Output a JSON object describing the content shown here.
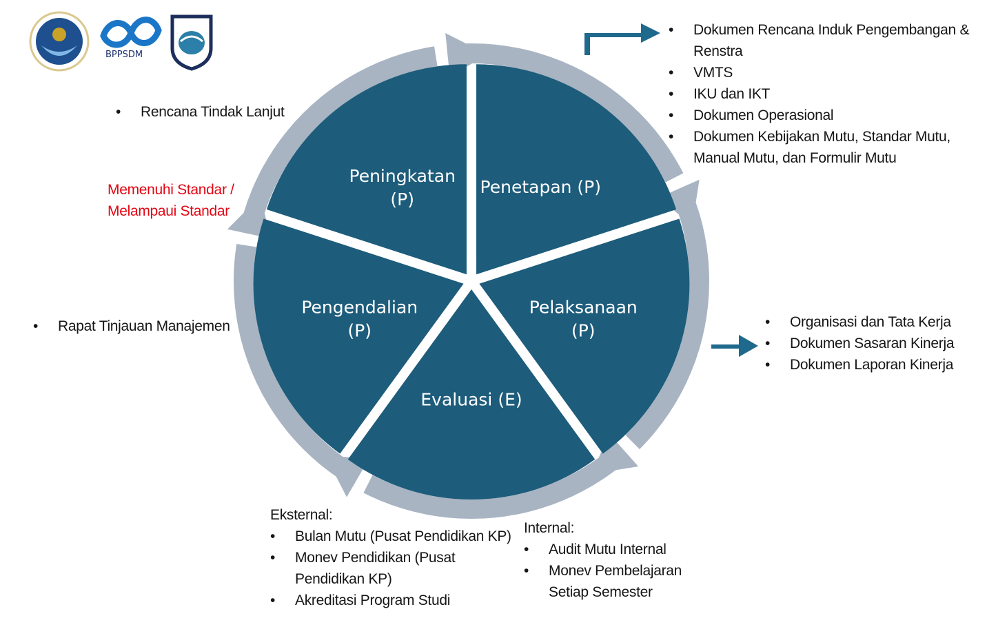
{
  "logos": {
    "center_logo_text": "BPPSDM"
  },
  "colors": {
    "segment_fill": "#1d5c7b",
    "ring_arrow": "#a8b4c2",
    "connector_arrow": "#1f6a8c",
    "highlight_text": "#e30613"
  },
  "segments": [
    {
      "name": "Peningkatan",
      "line1": "Peningkatan",
      "line2": "(P)"
    },
    {
      "name": "Penetapan",
      "line1": "Penetapan (P)",
      "line2": ""
    },
    {
      "name": "Pelaksanaan",
      "line1": "Pelaksanaan",
      "line2": "(P)"
    },
    {
      "name": "Evaluasi",
      "line1": "Evaluasi (E)",
      "line2": ""
    },
    {
      "name": "Pengendalian",
      "line1": "Pengendalian",
      "line2": "(P)"
    }
  ],
  "penetapan_notes": {
    "items": [
      "Dokumen Rencana Induk Pengembangan & Renstra",
      "VMTS",
      "IKU dan IKT",
      "Dokumen Operasional",
      "Dokumen Kebijakan Mutu, Standar Mutu, Manual Mutu, dan Formulir Mutu"
    ]
  },
  "pelaksanaan_notes": {
    "items": [
      "Organisasi dan Tata Kerja",
      "Dokumen Sasaran Kinerja",
      "Dokumen Laporan Kinerja"
    ]
  },
  "eksternal_notes": {
    "heading": "Eksternal:",
    "items": [
      "Bulan Mutu (Pusat Pendidikan KP)",
      "Monev Pendidikan (Pusat Pendidikan KP)",
      "Akreditasi Program Studi"
    ]
  },
  "internal_notes": {
    "heading": "Internal:",
    "items": [
      "Audit Mutu Internal",
      "Monev Pembelajaran Setiap Semester"
    ]
  },
  "pengendalian_notes": {
    "items": [
      "Rapat Tinjauan Manajemen"
    ]
  },
  "peningkatan_notes": {
    "items": [
      "Rencana Tindak Lanjut"
    ]
  },
  "standar_note": {
    "line1": "Memenuhi Standar /",
    "line2": "Melampaui Standar"
  }
}
